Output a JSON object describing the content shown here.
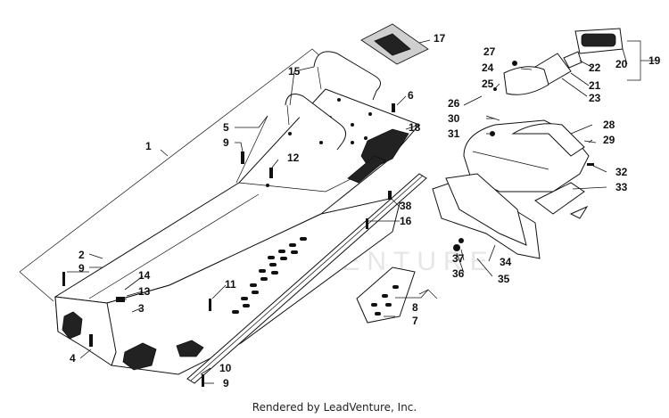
{
  "watermark": "LEADVENTURE",
  "footer": "Rendered by LeadVenture, Inc.",
  "callouts": {
    "c1": "1",
    "c2": "2",
    "c3": "3",
    "c4": "4",
    "c5": "5",
    "c6": "6",
    "c7": "7",
    "c8": "8",
    "c9a": "9",
    "c9b": "9",
    "c9c": "9",
    "c10": "10",
    "c11": "11",
    "c12": "12",
    "c13": "13",
    "c14": "14",
    "c15": "15",
    "c16": "16",
    "c17": "17",
    "c18": "18",
    "c19": "19",
    "c20": "20",
    "c21": "21",
    "c22": "22",
    "c23": "23",
    "c24": "24",
    "c25": "25",
    "c26": "26",
    "c27": "27",
    "c28": "28",
    "c29": "29",
    "c30": "30",
    "c31": "31",
    "c32": "32",
    "c33": "33",
    "c34": "34",
    "c35": "35",
    "c36": "36",
    "c37": "37",
    "c38": "38"
  }
}
